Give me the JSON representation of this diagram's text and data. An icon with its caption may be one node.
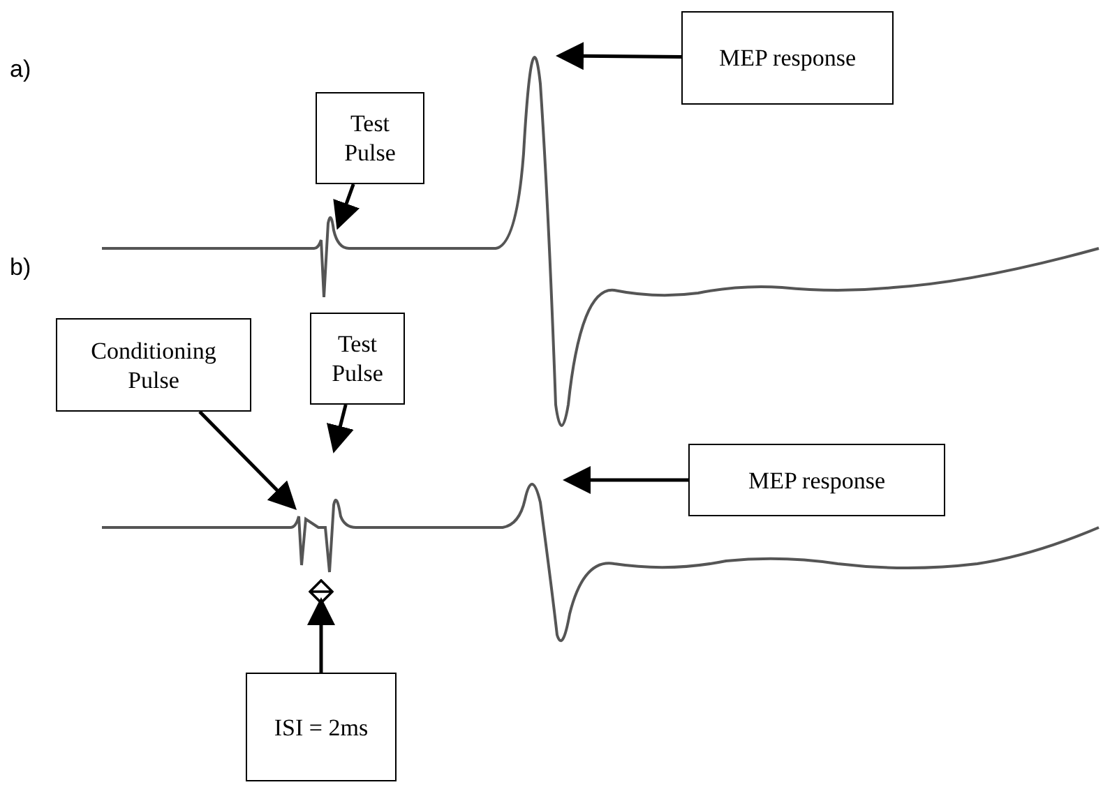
{
  "diagram": {
    "nodes": [
      {
        "text": [
          "Test Pulse"
        ]
      },
      {
        "text": [
          "MEP response"
        ]
      },
      {
        "text": [
          "Conditioning Pulse"
        ]
      },
      {
        "text": [
          "Test Pulse"
        ]
      },
      {
        "text": [
          "MEP response"
        ]
      },
      {
        "text": [],
        "shape": "diamond"
      },
      {
        "text": [
          "ISI = 2ms"
        ]
      }
    ],
    "edges": [
      {
        "from": 0,
        "to": null,
        "arrow": "to"
      },
      {
        "from": 1,
        "to": null,
        "arrow": "to"
      },
      {
        "from": 2,
        "to": null,
        "arrow": "to"
      },
      {
        "from": 3,
        "to": null,
        "arrow": "to"
      },
      {
        "from": 4,
        "to": null,
        "arrow": "to"
      },
      {
        "from": 6,
        "to": 5,
        "arrow": "to"
      }
    ],
    "labels": [
      "a)",
      "b)"
    ]
  }
}
